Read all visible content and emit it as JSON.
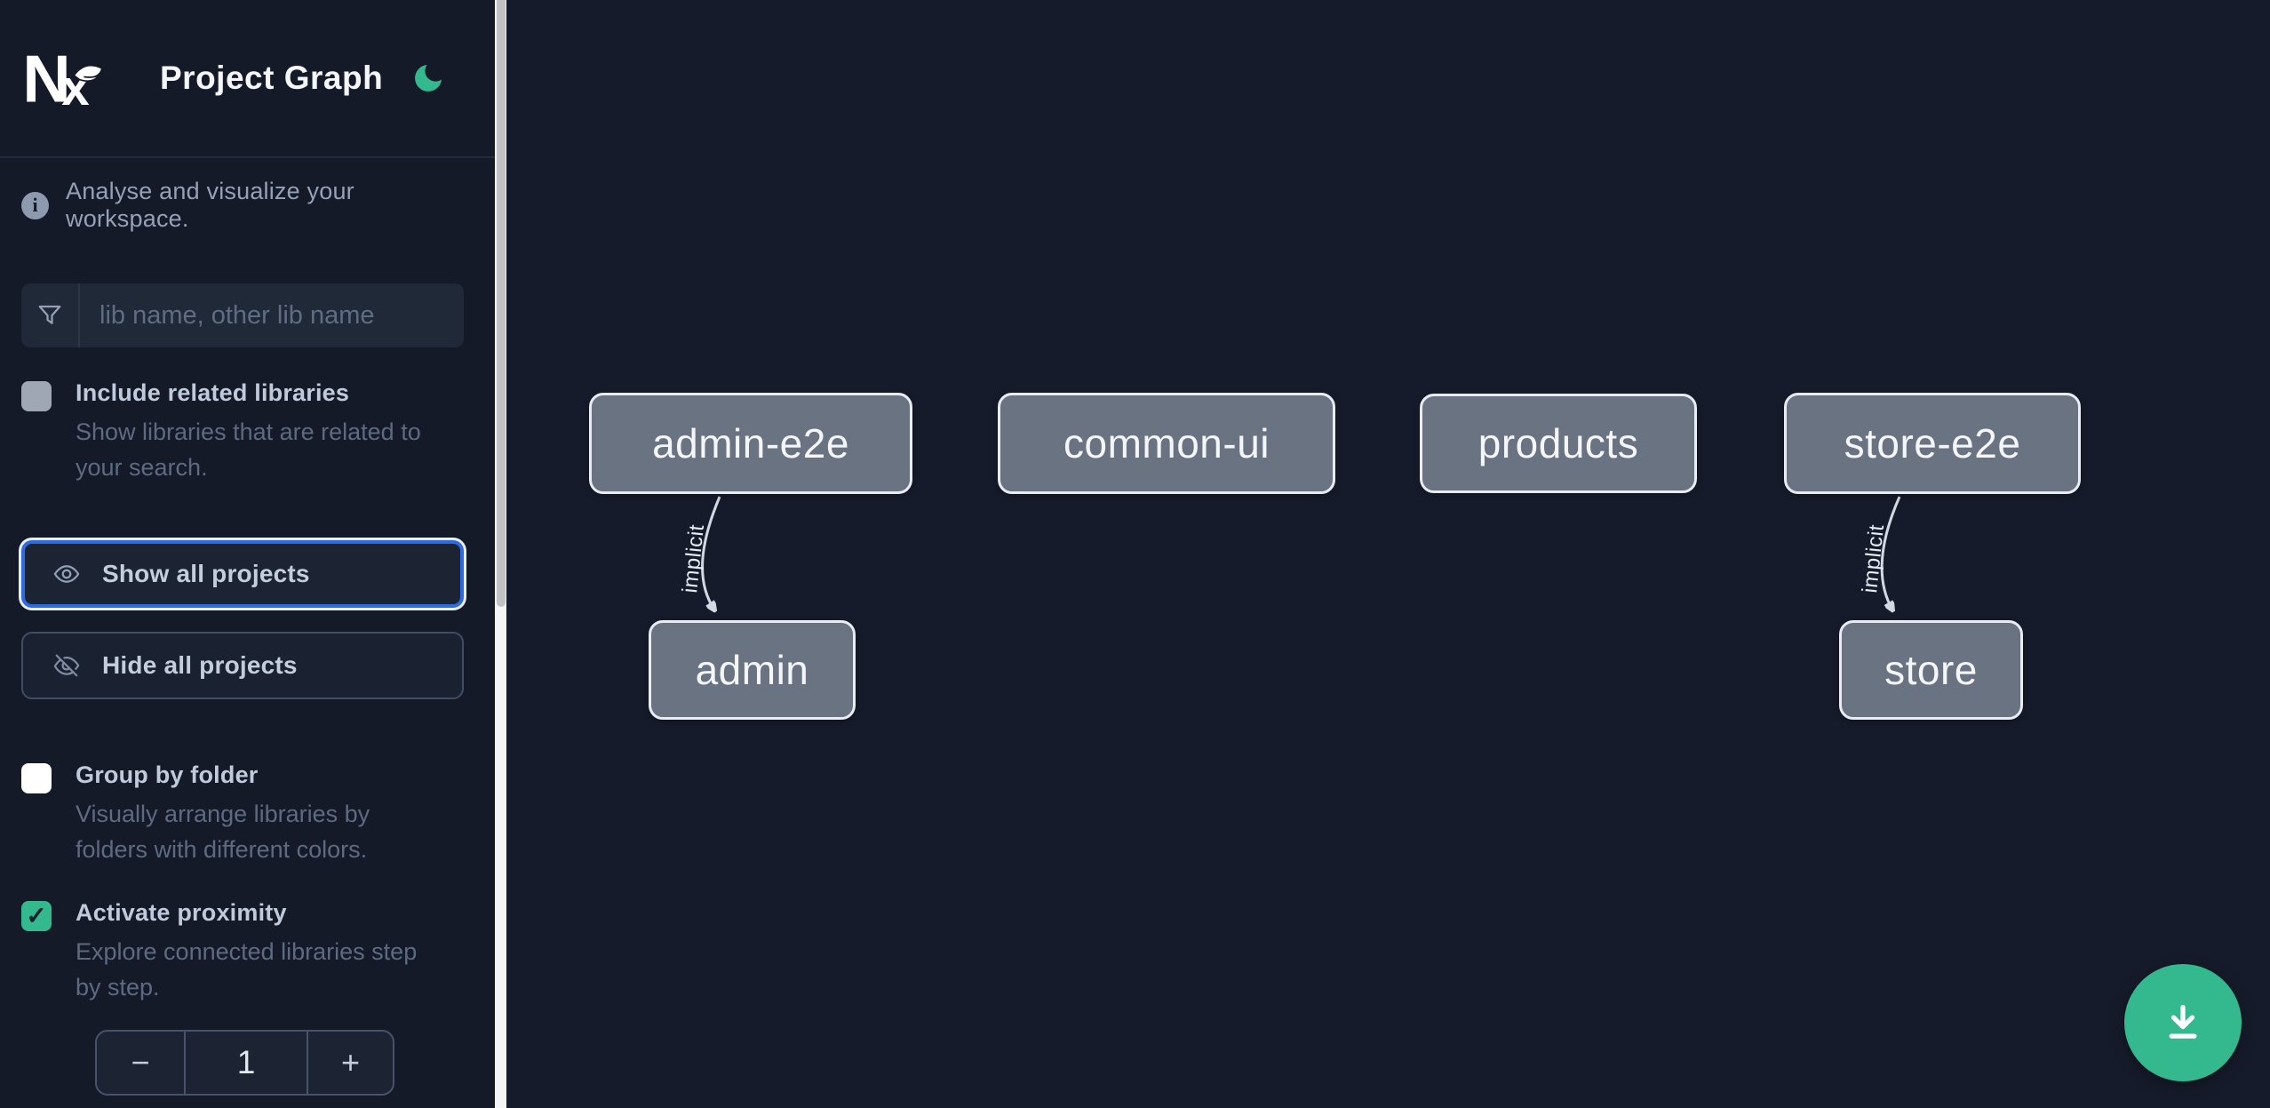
{
  "header": {
    "title": "Project Graph",
    "logo_icon": "nx-logo",
    "theme_toggle_icon": "moon-icon"
  },
  "intro": {
    "icon": "info-icon",
    "text": "Analyse and visualize your workspace."
  },
  "search": {
    "icon": "filter-icon",
    "placeholder": "lib name, other lib name",
    "value": ""
  },
  "options": {
    "include_related": {
      "label": "Include related libraries",
      "description": "Show libraries that are related to your search.",
      "checked": false
    },
    "group_by_folder": {
      "label": "Group by folder",
      "description": "Visually arrange libraries by folders with different colors.",
      "checked": false
    },
    "proximity": {
      "label": "Activate proximity",
      "description": "Explore connected libraries step by step.",
      "checked": true
    }
  },
  "buttons": {
    "show_all": {
      "label": "Show all projects",
      "icon": "eye-icon",
      "focused": true
    },
    "hide_all": {
      "label": "Hide all projects",
      "icon": "eye-off-icon",
      "focused": false
    }
  },
  "depth_stepper": {
    "decrement": "−",
    "value": "1",
    "increment": "+"
  },
  "graph": {
    "nodes": [
      {
        "label": "admin-e2e"
      },
      {
        "label": "common-ui"
      },
      {
        "label": "products"
      },
      {
        "label": "store-e2e"
      },
      {
        "label": "admin"
      },
      {
        "label": "store"
      }
    ],
    "edges": [
      {
        "from": "admin-e2e",
        "to": "admin",
        "label": "implicit",
        "type": "implicit"
      },
      {
        "from": "store-e2e",
        "to": "store",
        "label": "implicit",
        "type": "implicit"
      }
    ]
  },
  "fab": {
    "icon": "download-icon"
  },
  "colors": {
    "accent_green": "#34b88d",
    "focus_ring_blue": "#2e6ae0",
    "node_fill": "#6a7382",
    "node_border": "#e9edf3",
    "sidebar_bg": "#151a29",
    "canvas_bg": "#161b2b",
    "scrollbar_track": "#f4f5f7",
    "scrollbar_thumb": "#c2c2c6"
  }
}
